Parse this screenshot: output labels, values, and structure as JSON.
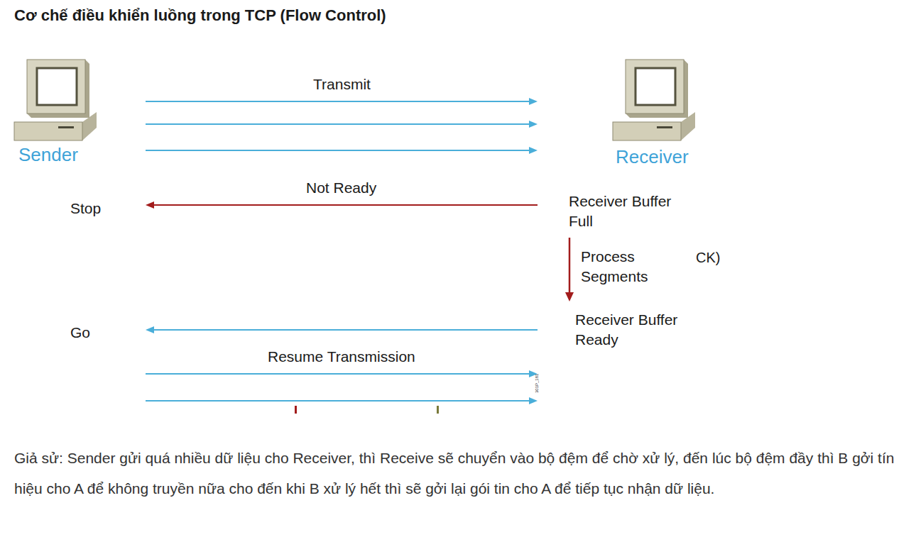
{
  "diagram": {
    "title": "Cơ chế điều khiển luồng trong TCP (Flow Control)",
    "caption": "Giả sử: Sender gửi quá nhiều dữ liệu cho Receiver, thì Receive sẽ chuyển vào bộ đệm để chờ xử lý, đến lúc bộ đệm đầy thì B gởi tín hiệu cho A để không truyền nữa cho đến khi B xử lý hết thì sẽ gởi lại gói tin cho A để tiếp tục nhận dữ liệu.",
    "nodes": [
      {
        "text": [
          "Sender"
        ]
      },
      {
        "text": [
          "Receiver"
        ]
      }
    ],
    "edges": [
      {
        "from": 0,
        "to": 1,
        "label": "Transmit",
        "arrow": "to"
      },
      {
        "from": 0,
        "to": 1,
        "arrow": "to"
      },
      {
        "from": 0,
        "to": 1,
        "arrow": "to"
      },
      {
        "from": 1,
        "to": 0,
        "label": "Not Ready",
        "arrow": "to"
      },
      {
        "from": 1,
        "to": 0,
        "arrow": "to"
      },
      {
        "from": 0,
        "to": 1,
        "label": "Resume Transmission",
        "arrow": "to"
      },
      {
        "from": 0,
        "to": 1,
        "arrow": "to"
      }
    ],
    "labels": [
      "Stop",
      "Receiver Buffer Full",
      "Process Segments",
      "CK)",
      "Go",
      "Receiver Buffer Ready",
      "301P_181"
    ]
  }
}
